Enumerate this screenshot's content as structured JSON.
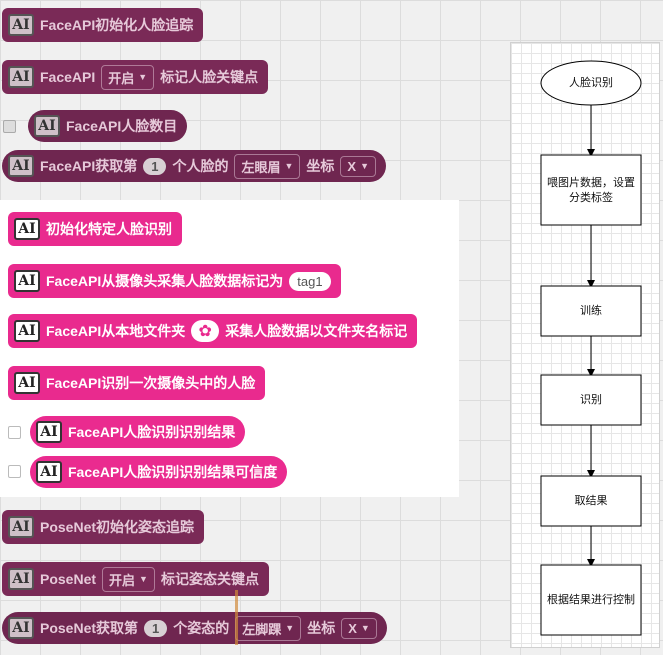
{
  "dim_blocks": {
    "b1": {
      "label": "FaceAPI初始化人脸追踪"
    },
    "b2": {
      "prefix": "FaceAPI",
      "dropdown": "开启",
      "suffix": "标记人脸关键点"
    },
    "b3": {
      "label": "FaceAPI人脸数目"
    },
    "b4": {
      "prefix": "FaceAPI获取第",
      "num": "1",
      "mid": "个人脸的",
      "dropdown": "左眼眉",
      "coord_label": "坐标",
      "coord": "X"
    },
    "b5": {
      "label": "PoseNet初始化姿态追踪"
    },
    "b6": {
      "prefix": "PoseNet",
      "dropdown": "开启",
      "suffix": "标记姿态关键点"
    },
    "b7": {
      "prefix": "PoseNet获取第",
      "num": "1",
      "mid": "个姿态的",
      "dropdown": "左脚踝",
      "coord_label": "坐标",
      "coord": "X"
    }
  },
  "bright_blocks": {
    "c1": {
      "label": "初始化特定人脸识别"
    },
    "c2": {
      "label": "FaceAPI从摄像头采集人脸数据标记为",
      "tag": "tag1"
    },
    "c3": {
      "prefix": "FaceAPI从本地文件夹",
      "suffix": "采集人脸数据以文件夹名标记"
    },
    "c4": {
      "label": "FaceAPI识别一次摄像头中的人脸"
    },
    "c5": {
      "label": "FaceAPI人脸识别识别结果"
    },
    "c6": {
      "label": "FaceAPI人脸识别识别结果可信度"
    }
  },
  "ai_icon_text": "AI",
  "flowchart": {
    "start": "人脸识别",
    "step1": "喂图片数据，设置分类标签",
    "step2": "训练",
    "step3": "识别",
    "step4": "取结果",
    "step5": "根据结果进行控制"
  },
  "icons": {
    "gear": "gear-icon",
    "caret": "chevron-down-icon"
  }
}
